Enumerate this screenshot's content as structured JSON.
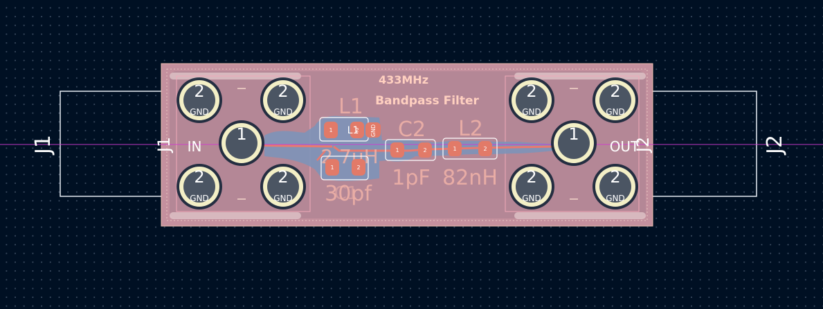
{
  "board": {
    "title_line1": "433MHz",
    "title_line2": "Bandpass Filter"
  },
  "connectors": {
    "j1": {
      "ref": "J1",
      "label": "IN",
      "center_pad": "1",
      "outer_pads": [
        "2",
        "2",
        "2",
        "2"
      ],
      "outer_net": "GND"
    },
    "j2": {
      "ref": "J2",
      "label": "OUT",
      "center_pad": "1",
      "outer_pads": [
        "2",
        "2",
        "2",
        "2"
      ],
      "outer_net": "GND"
    }
  },
  "components": {
    "l1": {
      "ref": "L1",
      "value": "2.7uH",
      "pad1": "1",
      "pad2": "2",
      "net": "GND"
    },
    "c1": {
      "ref": "C1",
      "value": "30pf",
      "pad1": "1",
      "pad2": "2"
    },
    "c2": {
      "ref": "C2",
      "value": "1pF",
      "pad1": "1",
      "pad2": "2"
    },
    "l2": {
      "ref": "L2",
      "value": "82nH",
      "pad1": "1",
      "pad2": "2"
    }
  },
  "colors": {
    "background": "#001023",
    "board_fill": "#c4909e",
    "board_outline": "#f0c0b0",
    "copper_pour": "#7d93b8",
    "pad_gold": "#f3efc6",
    "pad_drill": "#4b5563",
    "smd_pad": "#e27a68",
    "trace": "#e87a70",
    "silkscreen": "#ffffff",
    "crosshair": "#d13bd1"
  }
}
